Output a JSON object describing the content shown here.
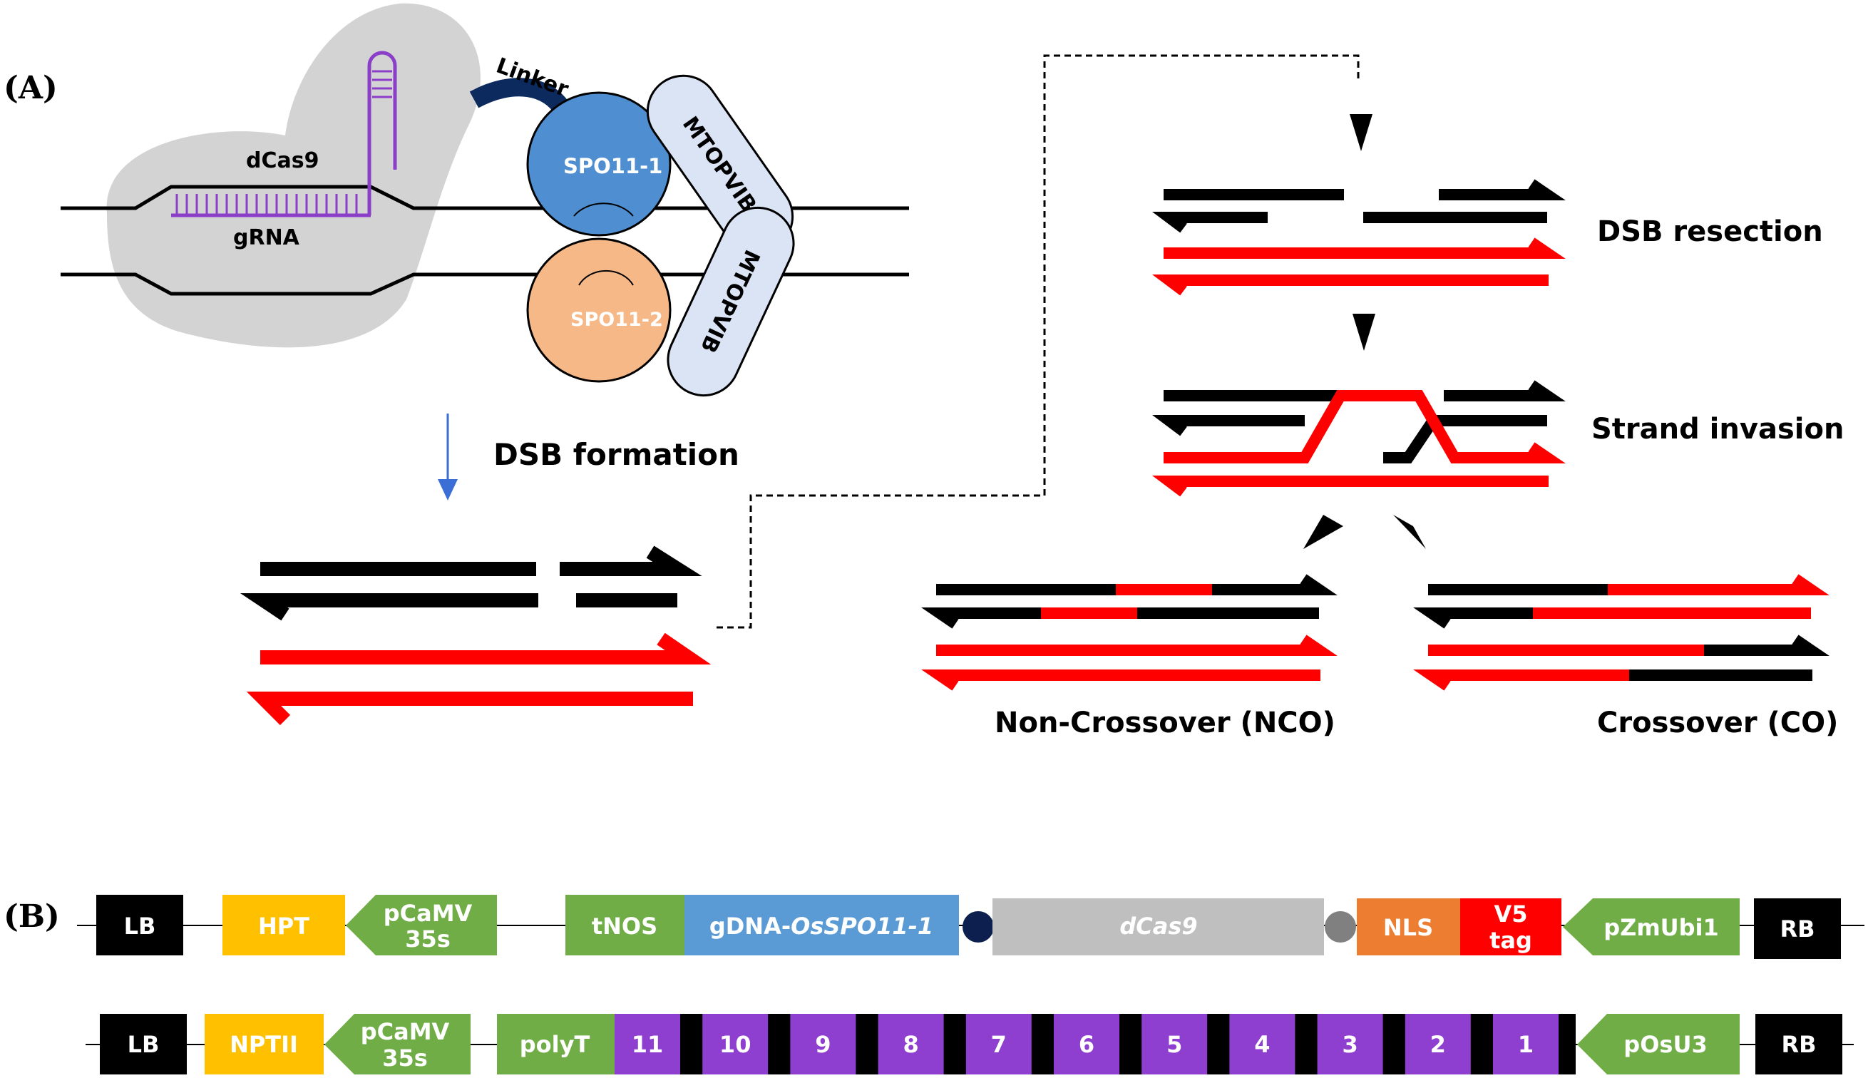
{
  "panel_a": {
    "label": "(A)",
    "dcas9": "dCas9",
    "grna": "gRNA",
    "linker": "Linker",
    "spo11_1": "SPO11-1",
    "spo11_2": "SPO11-2",
    "mtopvib_top": "MTOPVIB",
    "mtopvib_bottom": "MTOPVIB",
    "dsb_formation": "DSB formation",
    "dsb_resection": "DSB resection",
    "strand_invasion": "Strand invasion",
    "nco": "Non-Crossover (NCO)",
    "co": "Crossover (CO)"
  },
  "panel_b": {
    "label": "(B)",
    "construct1": {
      "lb": "LB",
      "hpt": "HPT",
      "pcamv_1": "pCaMV",
      "pcamv_2": "35s",
      "tnos": "tNOS",
      "gdna_prefix": "gDNA-",
      "gdna_gene": "OsSPO11-1",
      "dcas9": "dCas9",
      "nls": "NLS",
      "v5_1": "V5",
      "v5_2": "tag",
      "pzmubi": "pZmUbi1",
      "rb": "RB"
    },
    "construct2": {
      "lb": "LB",
      "nptii": "NPTII",
      "pcamv_1": "pCaMV",
      "pcamv_2": "35s",
      "polyt": "polyT",
      "grna_units": [
        "11",
        "10",
        "9",
        "8",
        "7",
        "6",
        "5",
        "4",
        "3",
        "2",
        "1"
      ],
      "posu3": "pOsU3",
      "rb": "RB"
    }
  },
  "colors": {
    "grey_blob": "#d3d3d3",
    "purple_grna": "#8b3fc9",
    "linker": "#0d2a5e",
    "spo11_1": "#4f8fd1",
    "spo11_2": "#f7b888",
    "mtopvib": "#dbe4f5",
    "dna_black": "#000000",
    "dna_red": "#ff0000",
    "arrow_blue": "#3b6fd6",
    "hpt_yellow": "#ffc000",
    "green": "#70ad47",
    "gdna_blue": "#5b9bd5",
    "dcas9_grey": "#bfbfbf",
    "nls_orange": "#ed7d31",
    "v5_red": "#ff0000",
    "grna_unit_purple": "#8f3fd0",
    "dot_navy": "#0d1f4f",
    "dot_grey": "#808080"
  }
}
